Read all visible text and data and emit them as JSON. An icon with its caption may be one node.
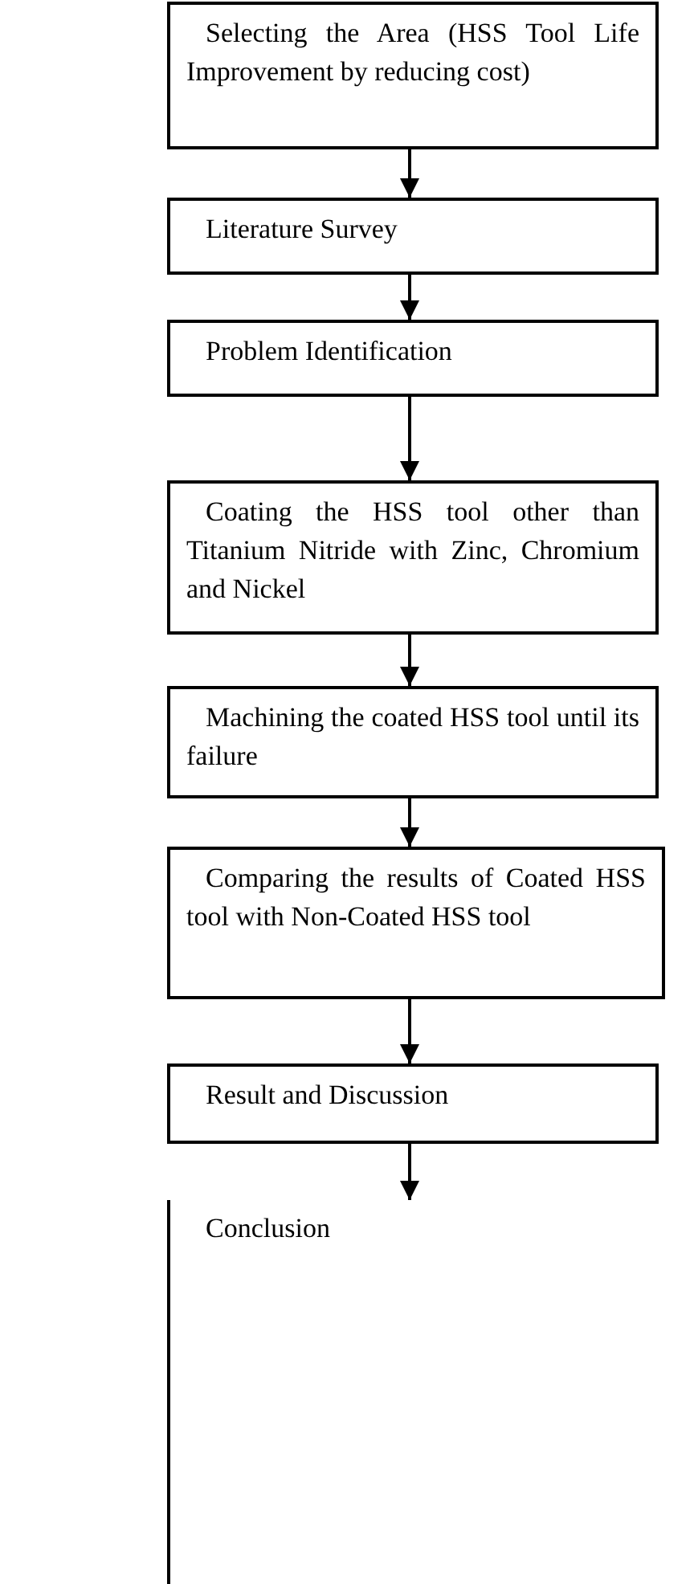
{
  "diagram": {
    "nodes": [
      {
        "text": [
          "Selecting the Area (HSS Tool Life Improvement by reducing cost)"
        ]
      },
      {
        "text": [
          "Literature Survey"
        ]
      },
      {
        "text": [
          "Problem Identification"
        ]
      },
      {
        "text": [
          "Coating the HSS tool other than Titanium Nitride with Zinc, Chromium and Nickel"
        ]
      },
      {
        "text": [
          "Machining the coated HSS tool until its failure"
        ]
      },
      {
        "text": [
          "Comparing the results of Coated HSS tool with Non-Coated HSS tool"
        ]
      },
      {
        "text": [
          "Result and Discussion"
        ]
      },
      {
        "text": [
          "Conclusion"
        ]
      }
    ],
    "edges": [
      {
        "from": 0,
        "to": 1,
        "arrow": "to"
      },
      {
        "from": 1,
        "to": 2,
        "arrow": "to"
      },
      {
        "from": 2,
        "to": 3,
        "arrow": "to"
      },
      {
        "from": 3,
        "to": 4,
        "arrow": "to"
      },
      {
        "from": 4,
        "to": 5,
        "arrow": "to"
      },
      {
        "from": 5,
        "to": 6,
        "arrow": "to"
      },
      {
        "from": 6,
        "to": 7,
        "arrow": "to"
      }
    ]
  }
}
